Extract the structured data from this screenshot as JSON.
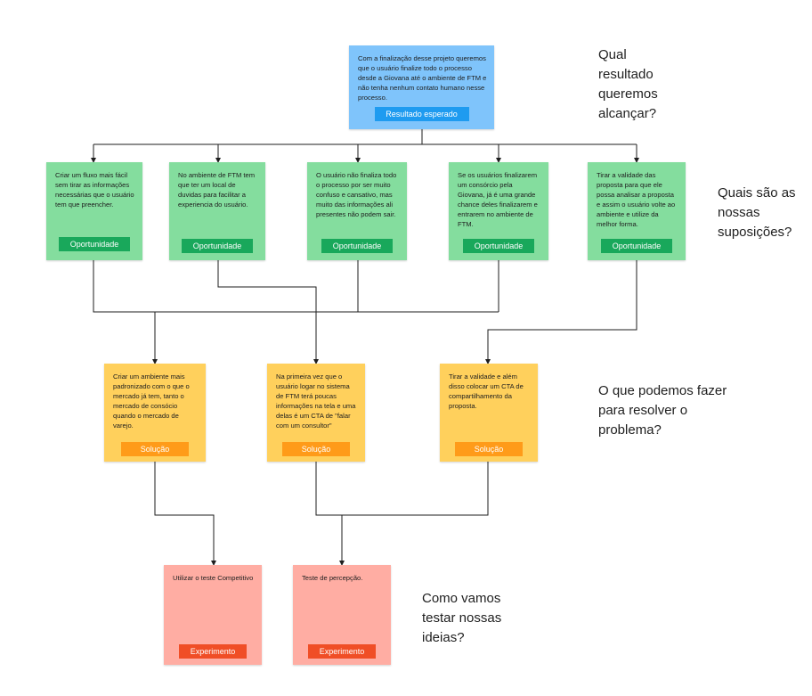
{
  "colors": {
    "result_card": "#7fc4fb",
    "result_tag": "#1e9bf0",
    "assumption_card": "#84dd9e",
    "assumption_tag": "#19a85b",
    "solution_card": "#ffd05c",
    "solution_tag": "#ff9b19",
    "experiment_card": "#ffada3",
    "experiment_tag": "#f04e26",
    "connector": "#1e1e1e"
  },
  "questions": {
    "q1": "Qual resultado queremos alcançar?",
    "q2": "Quais são as nossas suposições?",
    "q3": "O que podemos fazer para resolver o problema?",
    "q4": "Como vamos testar nossas ideias?"
  },
  "result": {
    "text": "Com a finalização desse projeto queremos que o usuário finalize todo o processo desde a Giovana até o ambiente de FTM e não tenha nenhum contato humano nesse processo.",
    "tag": "Resultado esperado"
  },
  "assumptions": [
    {
      "text": "Criar um fluxo mais fácil sem tirar as informações necessárias que o usuário tem que preencher.",
      "tag": "Oportunidade"
    },
    {
      "text": "No ambiente de FTM tem que ter um local de duvidas para facilitar a experiencia do usuário.",
      "tag": "Oportunidade"
    },
    {
      "text": "O usuário não finaliza todo o processo por ser muito confuso e cansativo, mas muito das informações ali presentes não podem sair.",
      "tag": "Oportunidade"
    },
    {
      "text": "Se os usuários finalizarem um consórcio pela Giovana, já é uma grande chance deles finalizarem e entrarem no ambiente de FTM.",
      "tag": "Oportunidade"
    },
    {
      "text": "Tirar a validade das proposta para que ele possa analisar a proposta e assim o usuário volte ao ambiente e utilize da melhor forma.",
      "tag": "Oportunidade"
    }
  ],
  "solutions": [
    {
      "text": "Criar um ambiente mais padronizado com o que o mercado já tem, tanto o mercado de consócio quando o mercado de varejo.",
      "tag": "Solução"
    },
    {
      "text": "Na primeira vez que o usuário logar no sistema de FTM terá poucas informações na tela e uma delas é um CTA de \"falar com um consultor\"",
      "tag": "Solução"
    },
    {
      "text": "Tirar a validade e além disso colocar um CTA de compartilhamento da proposta.",
      "tag": "Solução"
    }
  ],
  "experiments": [
    {
      "text": "Utilizar o teste Competitivo",
      "tag": "Experimento"
    },
    {
      "text": "Teste de percepção.",
      "tag": "Experimento"
    }
  ]
}
